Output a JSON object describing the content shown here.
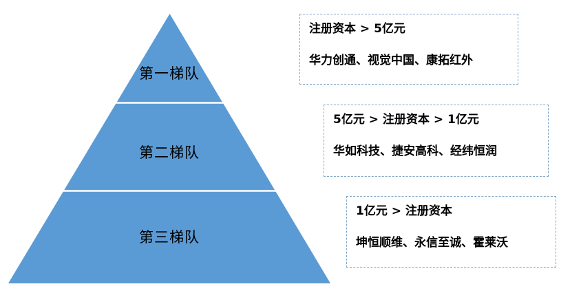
{
  "pyramid": {
    "fill_color": "#5B9BD5",
    "divider_color": "#ffffff",
    "tiers": [
      {
        "label": "第一梯队"
      },
      {
        "label": "第二梯队"
      },
      {
        "label": "第三梯队"
      }
    ]
  },
  "boxes": [
    {
      "criteria": "注册资本 > 5亿元",
      "companies": "华力创通、视觉中国、康拓红外"
    },
    {
      "criteria": "5亿元 > 注册资本 > 1亿元",
      "companies": "华如科技、捷安高科、经纬恒润"
    },
    {
      "criteria": "1亿元 > 注册资本",
      "companies": "坤恒顺维、永信至诚、霍莱沃"
    }
  ],
  "box_border_color": "#7EA4C6"
}
